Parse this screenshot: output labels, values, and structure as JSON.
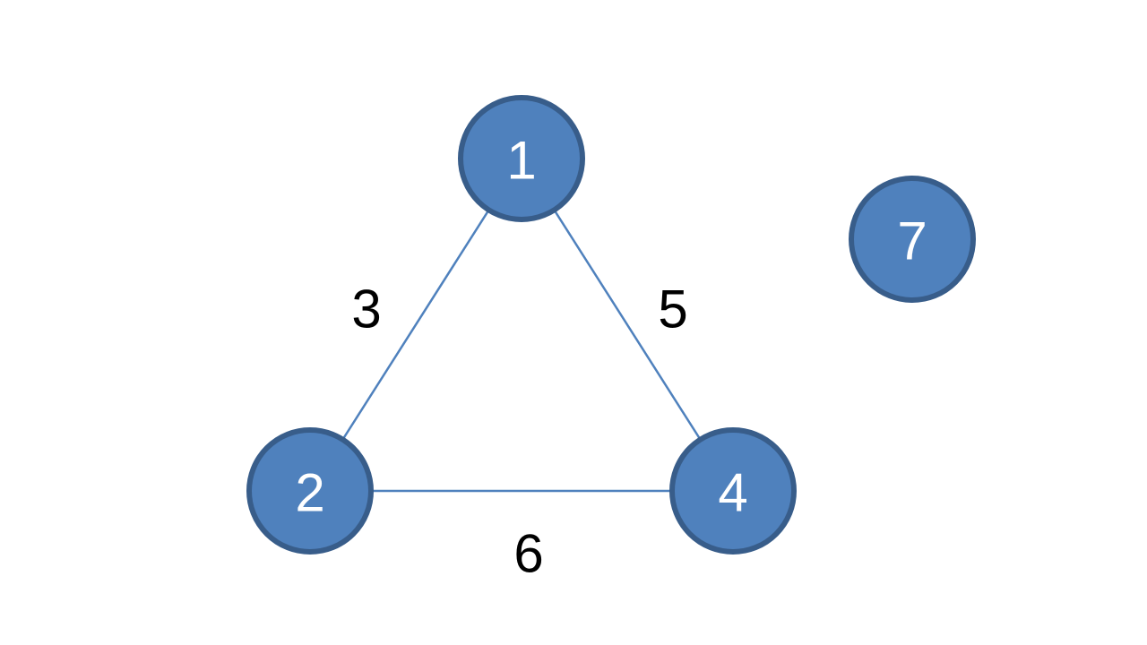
{
  "colors": {
    "node_fill": "#4f81bd",
    "node_stroke": "#385d8a",
    "edge": "#4f81bd",
    "edge_label": "#000000",
    "node_label": "#ffffff"
  },
  "nodes": [
    {
      "id": "1",
      "label": "1"
    },
    {
      "id": "2",
      "label": "2"
    },
    {
      "id": "4",
      "label": "4"
    },
    {
      "id": "7",
      "label": "7"
    }
  ],
  "edges": [
    {
      "from": "1",
      "to": "2",
      "weight": "3"
    },
    {
      "from": "1",
      "to": "4",
      "weight": "5"
    },
    {
      "from": "2",
      "to": "4",
      "weight": "6"
    }
  ]
}
